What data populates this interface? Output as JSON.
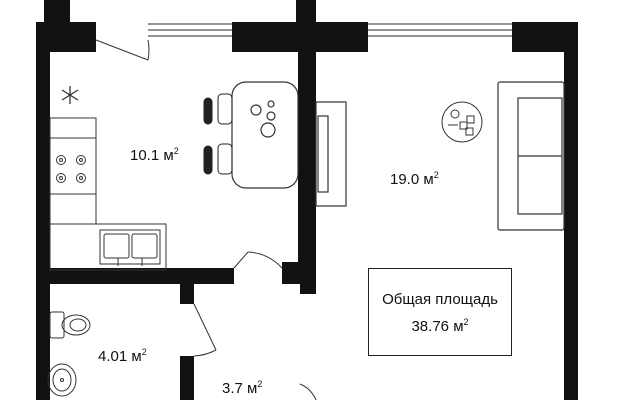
{
  "rooms": {
    "kitchen": {
      "area": "10.1",
      "unit": "м",
      "sup": "2"
    },
    "living": {
      "area": "19.0",
      "unit": "м",
      "sup": "2"
    },
    "bathroom": {
      "area": "4.01",
      "unit": "м",
      "sup": "2"
    },
    "hall": {
      "area": "3.7",
      "unit": "м",
      "sup": "2"
    }
  },
  "total": {
    "label": "Общая площадь",
    "area": "38.76",
    "unit": "м",
    "sup": "2"
  },
  "icons": [
    "snowflake-icon",
    "stove-icon",
    "sink-icon",
    "toilet-icon",
    "washbasin-icon",
    "dining-table-icon",
    "sofa-icon",
    "tv-stand-icon",
    "plant-icon"
  ],
  "colors": {
    "wall": "#111111",
    "line": "#333333",
    "window": "#555555"
  }
}
